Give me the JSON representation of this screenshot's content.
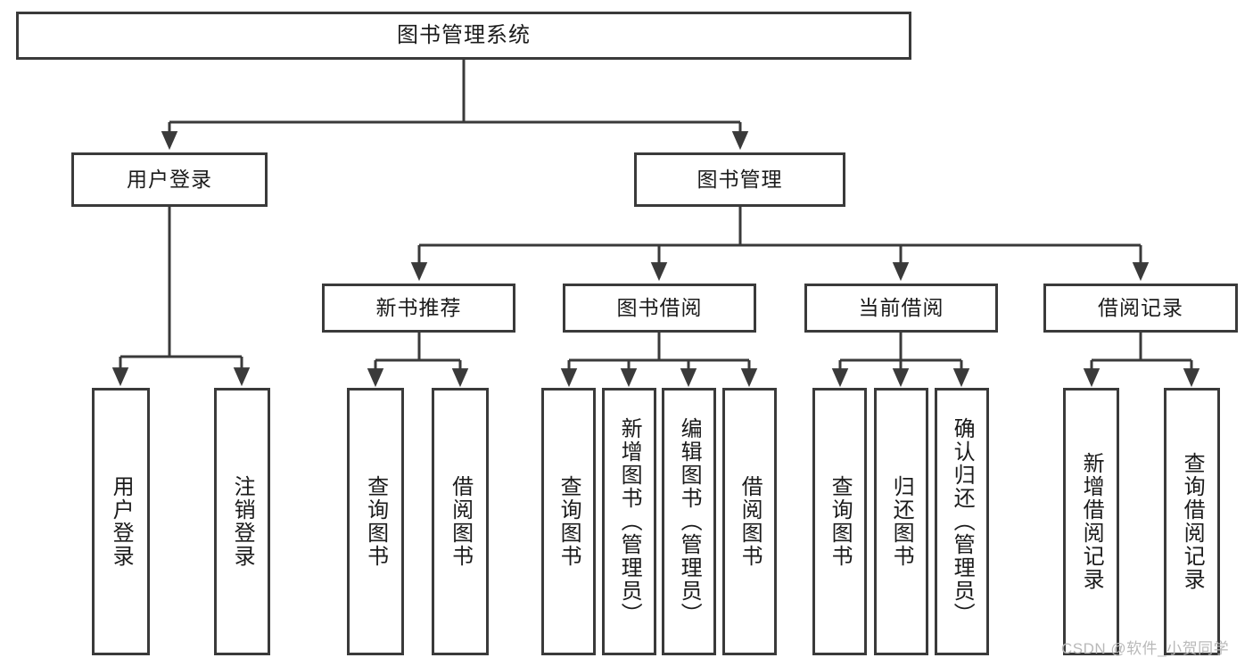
{
  "diagram": {
    "title": "图书管理系统",
    "type": "tree-hierarchy-diagram",
    "colors": {
      "box_border": "#3a3a3a",
      "box_fill": "#ffffff",
      "edge": "#3a3a3a",
      "text": "#1b1b1b",
      "watermark": "#b9b9b9",
      "background": "#ffffff"
    },
    "root": {
      "label": "图书管理系统"
    },
    "level2": [
      {
        "id": "user-login",
        "label": "用户登录"
      },
      {
        "id": "book-management",
        "label": "图书管理"
      }
    ],
    "level3": [
      {
        "id": "new-book-recommend",
        "label": "新书推荐"
      },
      {
        "id": "book-borrow",
        "label": "图书借阅"
      },
      {
        "id": "current-borrow",
        "label": "当前借阅"
      },
      {
        "id": "borrow-record",
        "label": "借阅记录"
      }
    ],
    "leaves": {
      "user_login": [
        {
          "id": "leaf-user-login",
          "label": "用户登录"
        },
        {
          "id": "leaf-logout-login",
          "label": "注销登录"
        }
      ],
      "new_book_recommend": [
        {
          "id": "leaf-query-book-1",
          "label": "查询图书"
        },
        {
          "id": "leaf-borrow-book-1",
          "label": "借阅图书"
        }
      ],
      "book_borrow": [
        {
          "id": "leaf-query-book-2",
          "label": "查询图书"
        },
        {
          "id": "leaf-add-book",
          "label": "新增图书（管理员）"
        },
        {
          "id": "leaf-edit-book",
          "label": "编辑图书（管理员）"
        },
        {
          "id": "leaf-borrow-book-2",
          "label": "借阅图书"
        }
      ],
      "current_borrow": [
        {
          "id": "leaf-query-book-3",
          "label": "查询图书"
        },
        {
          "id": "leaf-return-book",
          "label": "归还图书"
        },
        {
          "id": "leaf-confirm-return",
          "label": "确认归还（管理员）"
        }
      ],
      "borrow_record": [
        {
          "id": "leaf-add-record",
          "label": "新增借阅记录"
        },
        {
          "id": "leaf-query-record",
          "label": "查询借阅记录"
        }
      ]
    },
    "watermark": "CSDN @软件_小贺同学"
  }
}
